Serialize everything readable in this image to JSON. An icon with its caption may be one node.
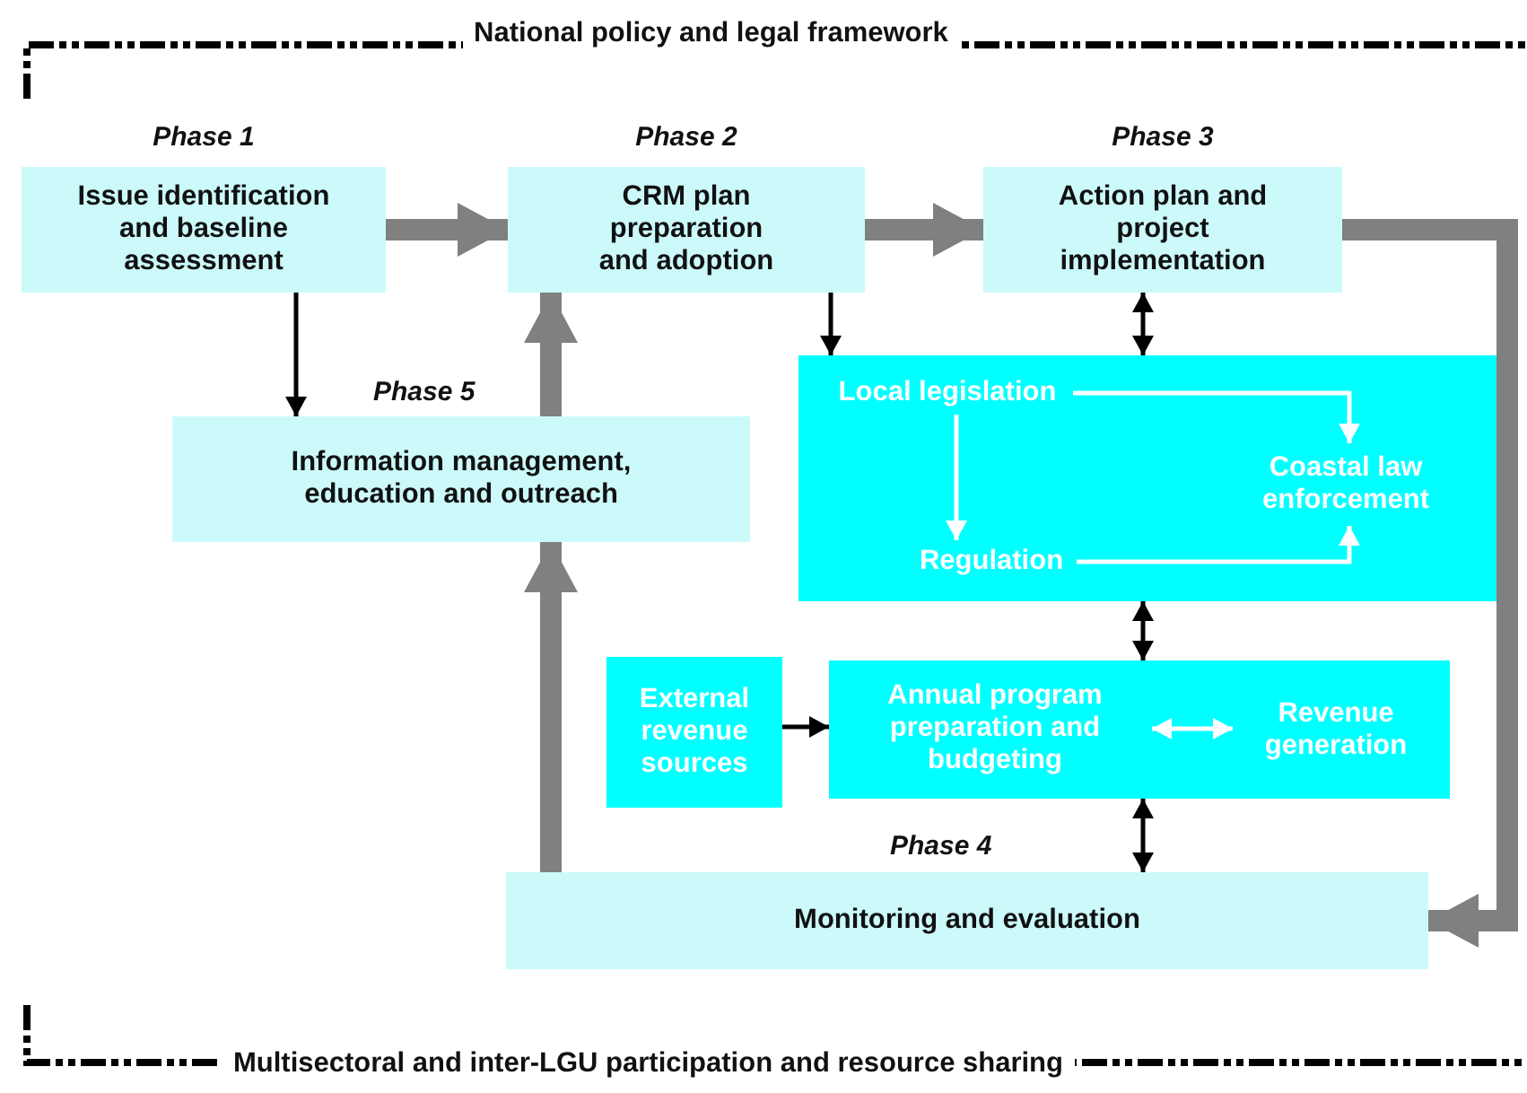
{
  "diagram": {
    "nodes": [
      {
        "text": [
          "Issue identification and baseline assessment"
        ],
        "beside": [
          "Phase 1"
        ]
      },
      {
        "text": [
          "CRM plan preparation and adoption"
        ],
        "beside": [
          "Phase 2"
        ]
      },
      {
        "text": [
          "Action plan and project implementation"
        ],
        "beside": [
          "Phase 3"
        ]
      },
      {
        "text": [
          "Information management, education and outreach"
        ],
        "beside": [
          "Phase 5"
        ]
      },
      {
        "text": [],
        "shape": "box"
      },
      {
        "text": [
          "Local legislation"
        ],
        "in": 4
      },
      {
        "text": [
          "Regulation"
        ],
        "in": 4
      },
      {
        "text": [
          "Coastal law enforcement"
        ],
        "in": 4
      },
      {
        "text": [
          "External revenue sources"
        ]
      },
      {
        "text": [],
        "shape": "box"
      },
      {
        "text": [
          "Annual program preparation and budgeting"
        ],
        "in": 9
      },
      {
        "text": [
          "Revenue generation"
        ],
        "in": 9
      },
      {
        "text": [
          "Monitoring and evaluation"
        ],
        "beside": [
          "Phase 4"
        ]
      }
    ],
    "edges": [
      {
        "from": 0,
        "to": 1,
        "arrow": "to",
        "style": "thick",
        "color": "#808080"
      },
      {
        "from": 1,
        "to": 2,
        "arrow": "to",
        "style": "thick",
        "color": "#808080"
      },
      {
        "from": 2,
        "to": 12,
        "arrow": "to",
        "style": "thick",
        "color": "#808080"
      },
      {
        "from": 0,
        "to": 3,
        "arrow": "to"
      },
      {
        "from": 1,
        "to": 4,
        "arrow": "to"
      },
      {
        "from": 2,
        "to": 4,
        "arrow": "both"
      },
      {
        "from": 4,
        "to": 9,
        "arrow": "both"
      },
      {
        "from": 9,
        "to": 12,
        "arrow": "both"
      },
      {
        "from": 8,
        "to": 9,
        "arrow": "to"
      },
      {
        "from": 5,
        "to": 7,
        "arrow": "to",
        "color": "#ffffff"
      },
      {
        "from": 5,
        "to": 6,
        "arrow": "to",
        "color": "#ffffff"
      },
      {
        "from": 6,
        "to": 7,
        "arrow": "to",
        "color": "#ffffff"
      },
      {
        "from": 10,
        "to": 11,
        "arrow": "both",
        "color": "#ffffff"
      },
      {
        "from": 12,
        "to": 3,
        "arrow": "to",
        "style": "thick",
        "color": "#808080"
      },
      {
        "from": 3,
        "to": 1,
        "arrow": "to",
        "style": "thick",
        "color": "#808080"
      }
    ],
    "labels": [
      "National policy and legal framework",
      "Multisectoral and inter-LGU participation and resource sharing"
    ]
  }
}
